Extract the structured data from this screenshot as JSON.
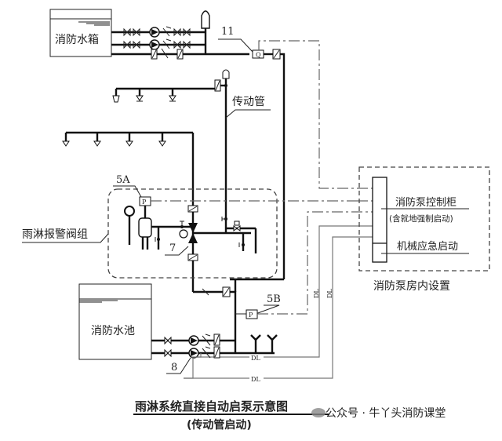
{
  "diagram": {
    "title": "雨淋系统直接自动启泵示意图",
    "subtitle": "(传动管启动)",
    "watermark": "公众号 · 牛丫头消防课堂",
    "components": {
      "water_tank": "消防水箱",
      "water_pool": "消防水池",
      "drive_pipe": "传动管",
      "deluge_valve_group": "雨淋报警阀组",
      "pump_control_cabinet": "消防泵控制柜",
      "cabinet_note": "(含就地强制启动)",
      "mechanical_emergency_start": "机械应急启动",
      "pump_room_setting": "消防泵房内设置"
    },
    "callouts": {
      "flow_switch": "11",
      "pressure_switch_a": "5A",
      "pressure_switch_b": "5B",
      "deluge_valve": "7",
      "pump": "8",
      "pressure_symbol": "P",
      "flow_symbol": "Q",
      "cable_label": "DL"
    }
  }
}
